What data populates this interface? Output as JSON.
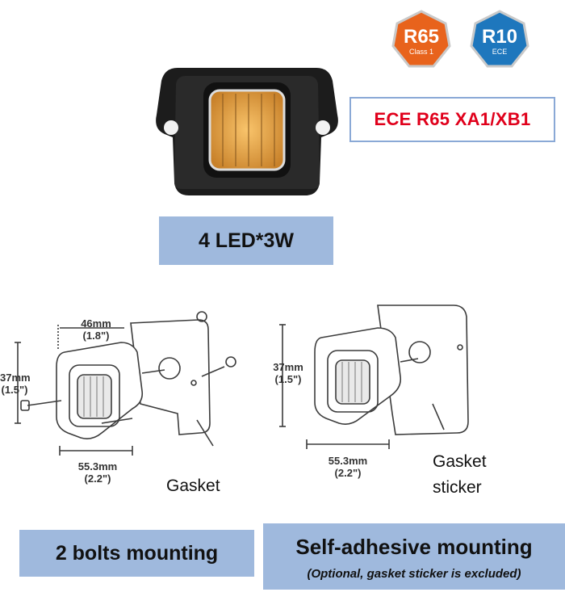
{
  "badges": [
    {
      "main": "R65",
      "sub": "Class 1",
      "color": "#e8631c"
    },
    {
      "main": "R10",
      "sub": "ECE",
      "color": "#1e77bd"
    }
  ],
  "certification": {
    "text": "ECE R65 XA1/XB1",
    "color": "#e0001b"
  },
  "spec": {
    "text": "4 LED*3W"
  },
  "left_diagram": {
    "depth_mm": "46mm",
    "depth_in": "(1.8\")",
    "height_mm": "37mm",
    "height_in": "(1.5\")",
    "width_mm": "55.3mm",
    "width_in": "(2.2\")",
    "callout": "Gasket"
  },
  "right_diagram": {
    "height_mm": "37mm",
    "height_in": "(1.5\")",
    "width_mm": "55.3mm",
    "width_in": "(2.2\")",
    "callout_line1": "Gasket",
    "callout_line2": "sticker"
  },
  "mounting": {
    "bolts_label": "2 bolts mounting",
    "adhesive_title": "Self-adhesive mounting",
    "adhesive_note": "(Optional, gasket sticker is excluded)"
  },
  "colors": {
    "accent_box": "#9fb9dd",
    "cert_border": "#8aa9d6",
    "led_amber": "#f2a33a"
  }
}
